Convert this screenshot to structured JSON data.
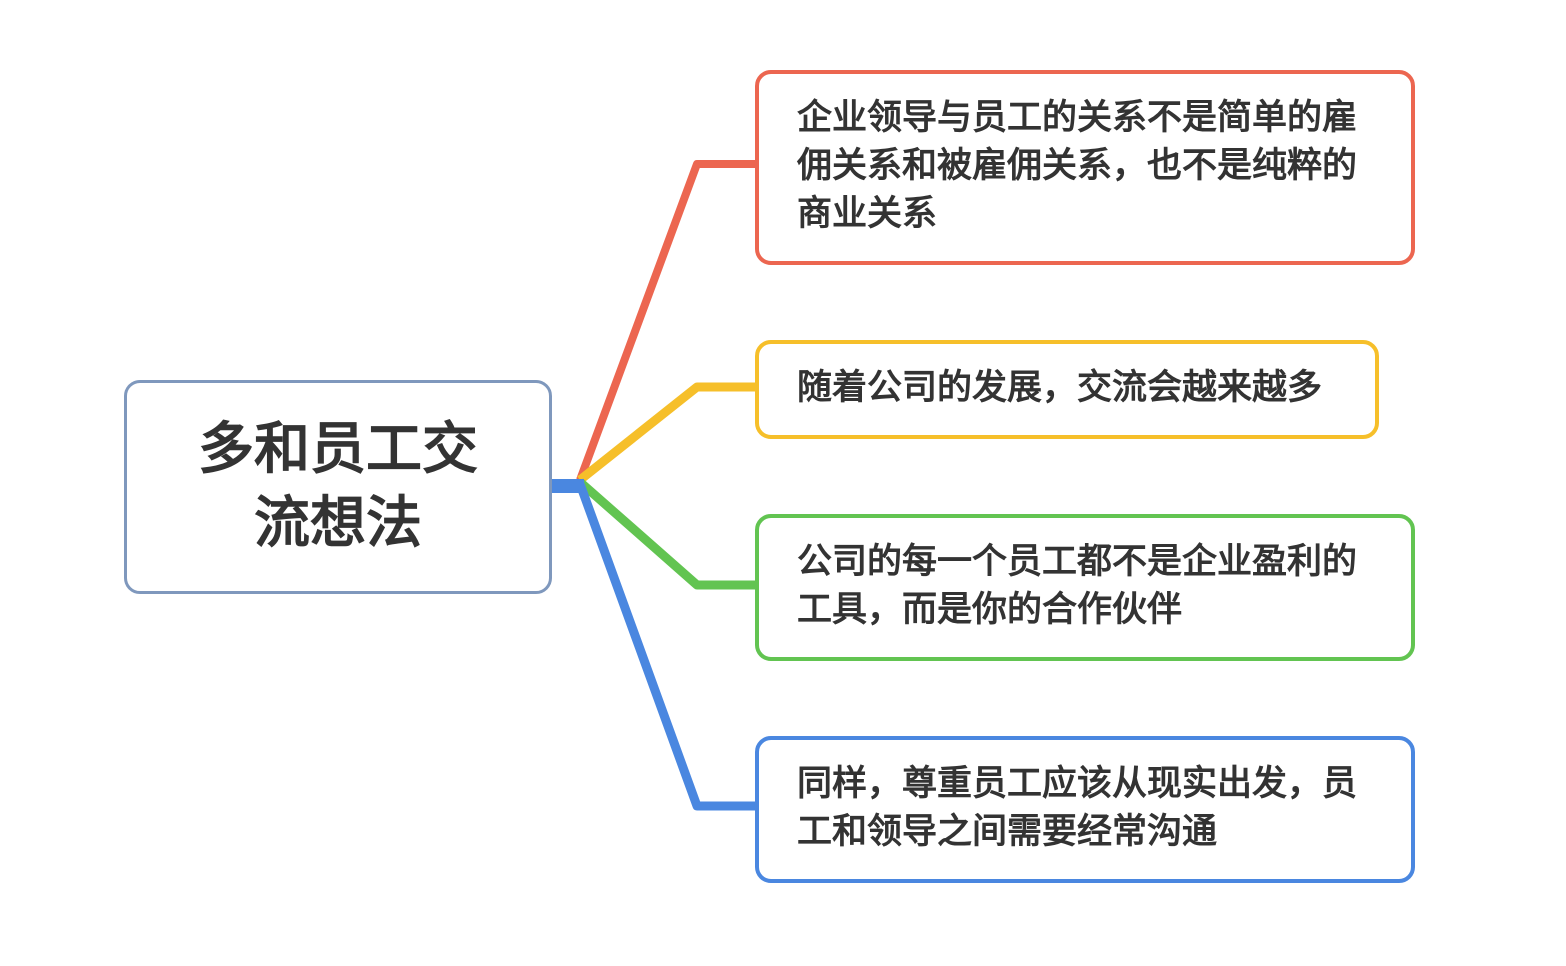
{
  "root": {
    "title": "多和员工交流想法"
  },
  "branches": [
    {
      "text": "企业领导与员工的关系不是简单的雇佣关系和被雇佣关系，也不是纯粹的商业关系",
      "color": "#ec6650"
    },
    {
      "text": "随着公司的发展，交流会越来越多",
      "color": "#f6bf2a"
    },
    {
      "text": "公司的每一个员工都不是企业盈利的工具，而是你的合作伙伴",
      "color": "#62c451"
    },
    {
      "text": "同样，尊重员工应该从现实出发，员工和领导之间需要经常沟通",
      "color": "#4a87e0"
    }
  ],
  "colors": {
    "root_border": "#7f98bd",
    "text": "#333333"
  }
}
